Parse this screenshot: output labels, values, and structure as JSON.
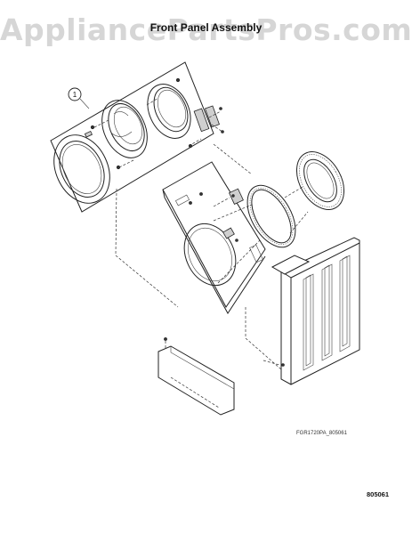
{
  "watermark": "AppliancePartsPros.com",
  "title": "Front Panel Assembly",
  "callout_number": "1",
  "drawing_ref": "FGR1720PA_805061",
  "figure_code": "805061"
}
